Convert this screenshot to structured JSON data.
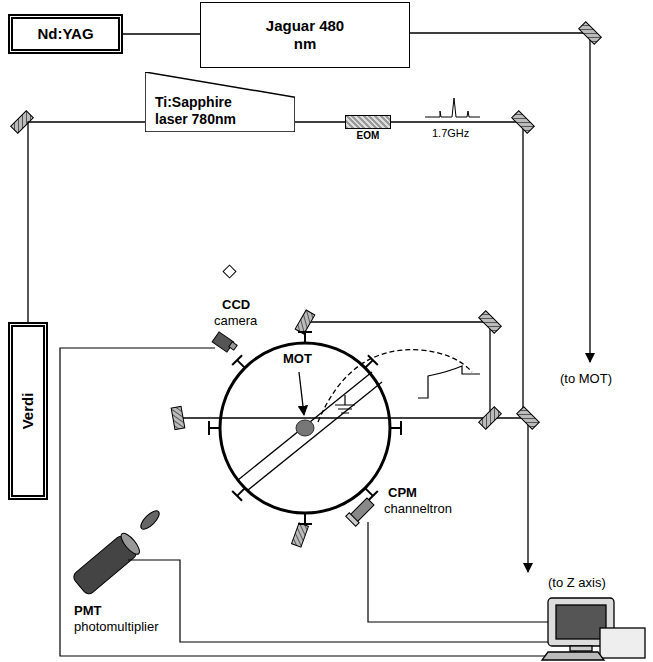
{
  "diagram": {
    "nodes": [
      {
        "text": [
          "Nd:YAG"
        ]
      },
      {
        "text": [
          "Jaguar 480 nm"
        ]
      },
      {
        "text": [
          "Ti:Sapphire laser 780nm"
        ]
      },
      {
        "text": [
          "EOM"
        ]
      },
      {
        "text": [
          "Verdi"
        ]
      }
    ],
    "edges": [
      {
        "from": 0,
        "to": 1,
        "arrow": "none"
      },
      {
        "from": 2,
        "to": 3,
        "arrow": "none"
      },
      {
        "from": 4,
        "to": 2,
        "arrow": "none"
      }
    ],
    "labels": [
      "1.7GHz",
      "CCD",
      "camera",
      "MOT",
      "CPM",
      "channeltron",
      "PMT",
      "photomultiplier",
      "(to MOT)",
      "(to Z axis)"
    ]
  }
}
